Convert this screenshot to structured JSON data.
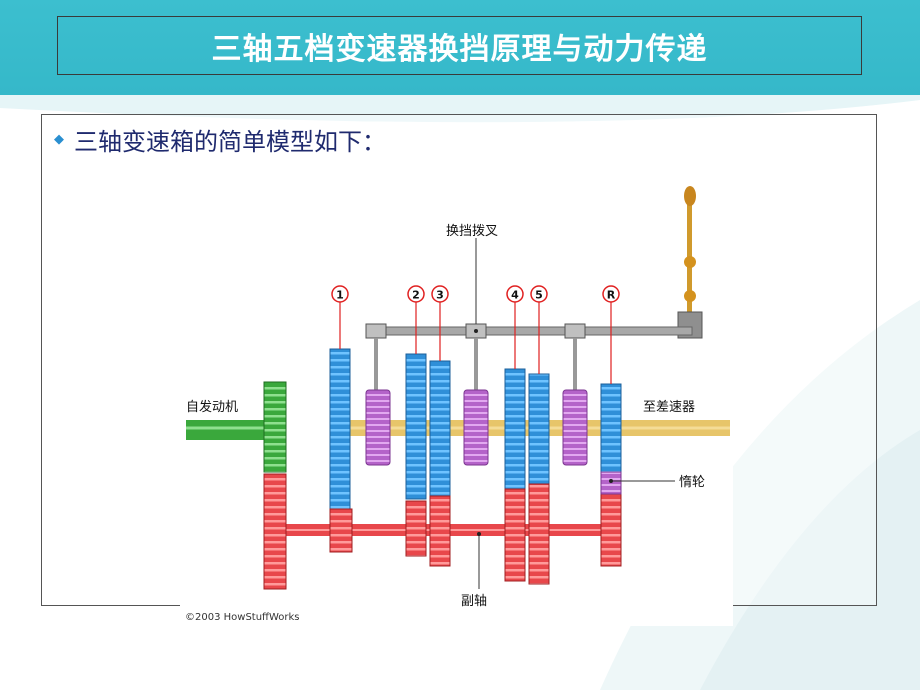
{
  "slide": {
    "title": "三轴五档变速器换挡原理与动力传递",
    "bullet": "三轴变速箱的简单模型如下："
  },
  "diagram": {
    "labels": {
      "shift_fork": "换挡拨叉",
      "from_engine": "自发动机",
      "to_differential": "至差速器",
      "idler": "惰轮",
      "countershaft": "副轴"
    },
    "gear_markers": [
      "1",
      "2",
      "3",
      "4",
      "5",
      "R"
    ],
    "credit": "©2003 HowStuffWorks"
  },
  "colors": {
    "band": "#35b8c9",
    "title_text": "#ffffff",
    "bullet_text": "#1f2a6e",
    "gear_blue": "#2f8fd8",
    "gear_red": "#e8474b",
    "gear_green": "#3aa83c",
    "collar_purple": "#b463c9",
    "shaft_yellow": "#e7c56a",
    "marker_red": "#e02020"
  }
}
